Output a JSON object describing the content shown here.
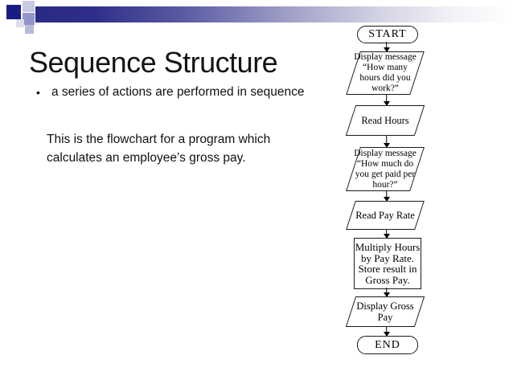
{
  "slide": {
    "title": "Sequence Structure",
    "bullet_marker": "•",
    "bullet": "a series of actions are performed in sequence",
    "body": "This is the flowchart for a program which\ncalculates an employee’s gross pay."
  },
  "flowchart": {
    "nodes": [
      {
        "id": "start",
        "type": "terminator",
        "label": "START"
      },
      {
        "id": "display-hours-prompt",
        "type": "io",
        "label": "Display message\n“How many\nhours did you\nwork?”"
      },
      {
        "id": "read-hours",
        "type": "io",
        "label": "Read Hours"
      },
      {
        "id": "display-rate-prompt",
        "type": "io",
        "label": "Display message\n“How much do\nyou get paid per\nhour?”"
      },
      {
        "id": "read-pay-rate",
        "type": "io",
        "label": "Read Pay Rate"
      },
      {
        "id": "multiply",
        "type": "process",
        "label": "Multiply Hours\nby Pay Rate.\nStore result in\nGross Pay."
      },
      {
        "id": "display-gross-pay",
        "type": "io",
        "label": "Display Gross\nPay"
      },
      {
        "id": "end",
        "type": "terminator",
        "label": "END"
      }
    ],
    "arrow_count": 7
  },
  "colors": {
    "background": "#ffffff",
    "text": "#111111",
    "flow_border": "#1a1a1a",
    "accent_navy": "#1b1b84",
    "deco_light": "#c9c9e2",
    "deco_mid": "#9394c8",
    "deco_pale": "#dfdfee",
    "deco_small": "#b9b9da",
    "bar_gradient_start": "#2a2a84",
    "bar_gradient_end": "#ffffff"
  }
}
